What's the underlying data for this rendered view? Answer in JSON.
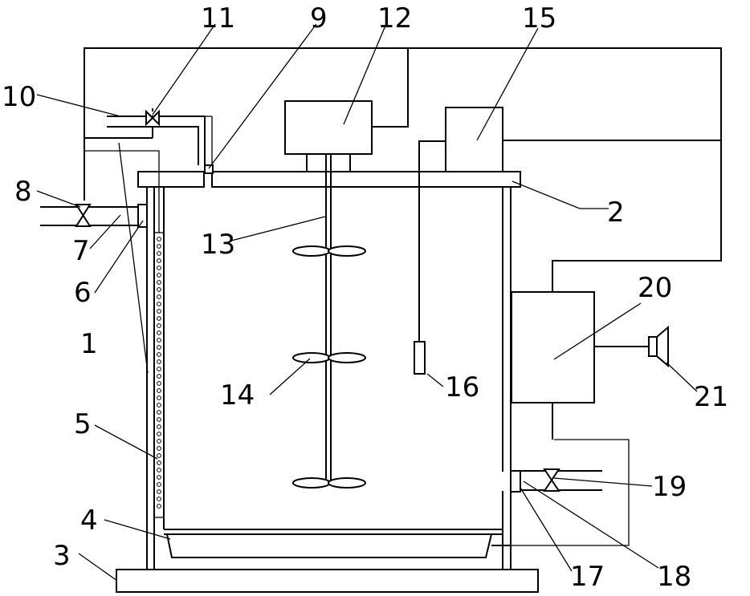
{
  "diagram": {
    "colors": {
      "stroke": "#000000",
      "background": "#ffffff"
    },
    "labels": [
      {
        "id": "n1",
        "text": "1"
      },
      {
        "id": "n2",
        "text": "2"
      },
      {
        "id": "n3",
        "text": "3"
      },
      {
        "id": "n4",
        "text": "4"
      },
      {
        "id": "n5",
        "text": "5"
      },
      {
        "id": "n6",
        "text": "6"
      },
      {
        "id": "n7",
        "text": "7"
      },
      {
        "id": "n8",
        "text": "8"
      },
      {
        "id": "n9",
        "text": "9"
      },
      {
        "id": "n10",
        "text": "10"
      },
      {
        "id": "n11",
        "text": "11"
      },
      {
        "id": "n12",
        "text": "12"
      },
      {
        "id": "n13",
        "text": "13"
      },
      {
        "id": "n14",
        "text": "14"
      },
      {
        "id": "n15",
        "text": "15"
      },
      {
        "id": "n16",
        "text": "16"
      },
      {
        "id": "n17",
        "text": "17"
      },
      {
        "id": "n18",
        "text": "18"
      },
      {
        "id": "n19",
        "text": "19"
      },
      {
        "id": "n20",
        "text": "20"
      },
      {
        "id": "n21",
        "text": "21"
      }
    ]
  }
}
